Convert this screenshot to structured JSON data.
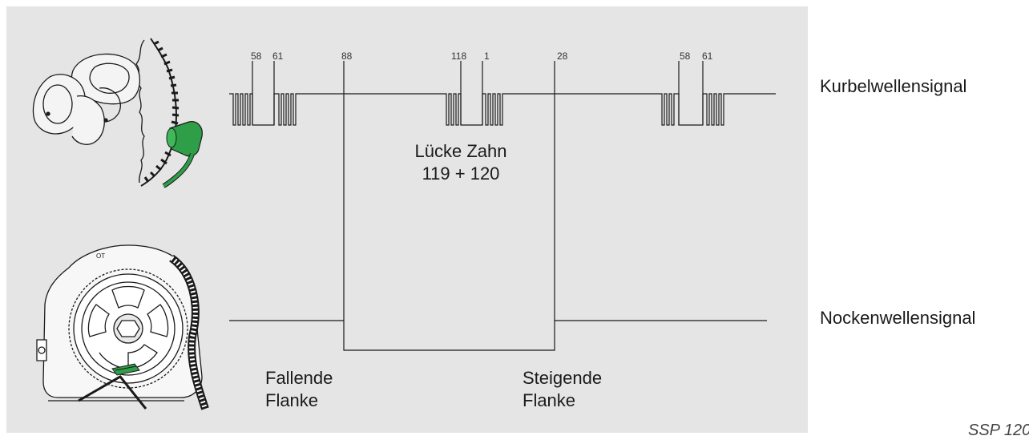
{
  "crank_signal_label": "Kurbelwellensignal",
  "cam_signal_label": "Nockenwellensignal",
  "tooth_labels": [
    "58",
    "61",
    "88",
    "118",
    "1",
    "28",
    "58",
    "61"
  ],
  "gap_caption": {
    "line1": "Lücke Zahn",
    "line2": "119 + 120"
  },
  "falling_edge": {
    "line1": "Fallende",
    "line2": "Flanke"
  },
  "rising_edge": {
    "line1": "Steigende",
    "line2": "Flanke"
  },
  "figure_code": "SSP 120",
  "colors": {
    "panel": "#e5e5e5",
    "line": "#1a1a1a",
    "sensor": "#2e9e48"
  },
  "icons": [
    "crankshaft-sensor-illustration",
    "camshaft-sensor-illustration"
  ]
}
